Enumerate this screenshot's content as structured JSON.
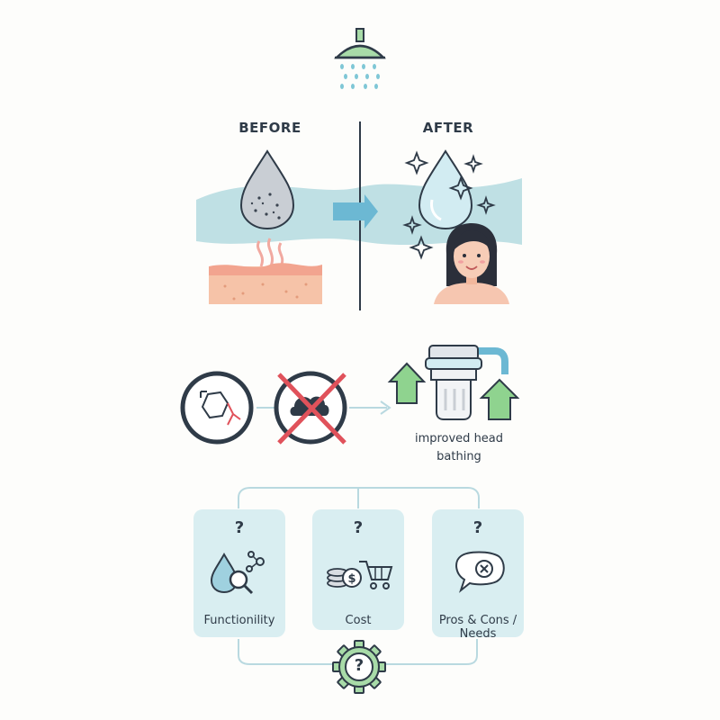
{
  "comparison": {
    "before_label": "BEFORE",
    "after_label": "AFTER"
  },
  "filter_section": {
    "caption_line1": "improved head",
    "caption_line2": "bathing"
  },
  "decision_cards": [
    {
      "question": "?",
      "label": "Functionility"
    },
    {
      "question": "?",
      "label": "Cost"
    },
    {
      "question": "?",
      "label_line1": "Pros & Cons /",
      "label_line2": "Needs"
    }
  ],
  "hub": {
    "question": "?"
  },
  "colors": {
    "water_band": "#bfe0e4",
    "card_bg": "#d9eef1",
    "accent_green": "#8fd38f",
    "red_cross": "#e0525b",
    "outline": "#2f3b48"
  }
}
